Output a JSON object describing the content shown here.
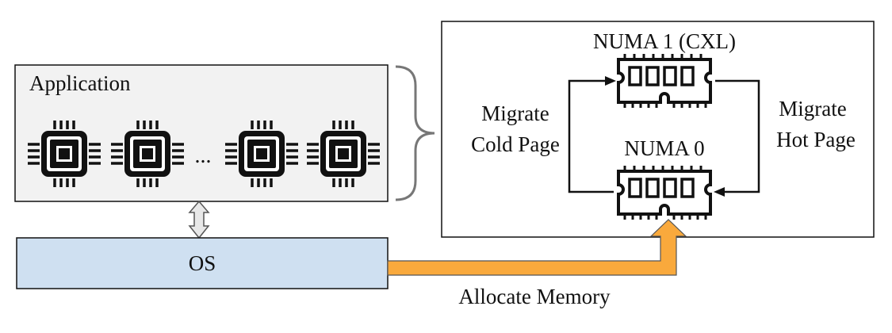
{
  "application": {
    "label": "Application",
    "ellipsis": "..."
  },
  "os": {
    "label": "OS"
  },
  "memory": {
    "numa1_label": "NUMA 1 (CXL)",
    "numa0_label": "NUMA 0",
    "migrate_cold": [
      "Migrate",
      "Cold Page"
    ],
    "migrate_hot": [
      "Migrate",
      "Hot Page"
    ]
  },
  "allocate_label": "Allocate Memory",
  "colors": {
    "app_fill": "#f2f2f2",
    "os_fill": "#cfe0f1",
    "allocate_arrow": "#f9a93c",
    "double_arrow": "#e8e8e8",
    "stroke": "#111111"
  },
  "icons": {
    "cpu": "cpu-chip-icon",
    "ram": "ram-module-icon"
  }
}
